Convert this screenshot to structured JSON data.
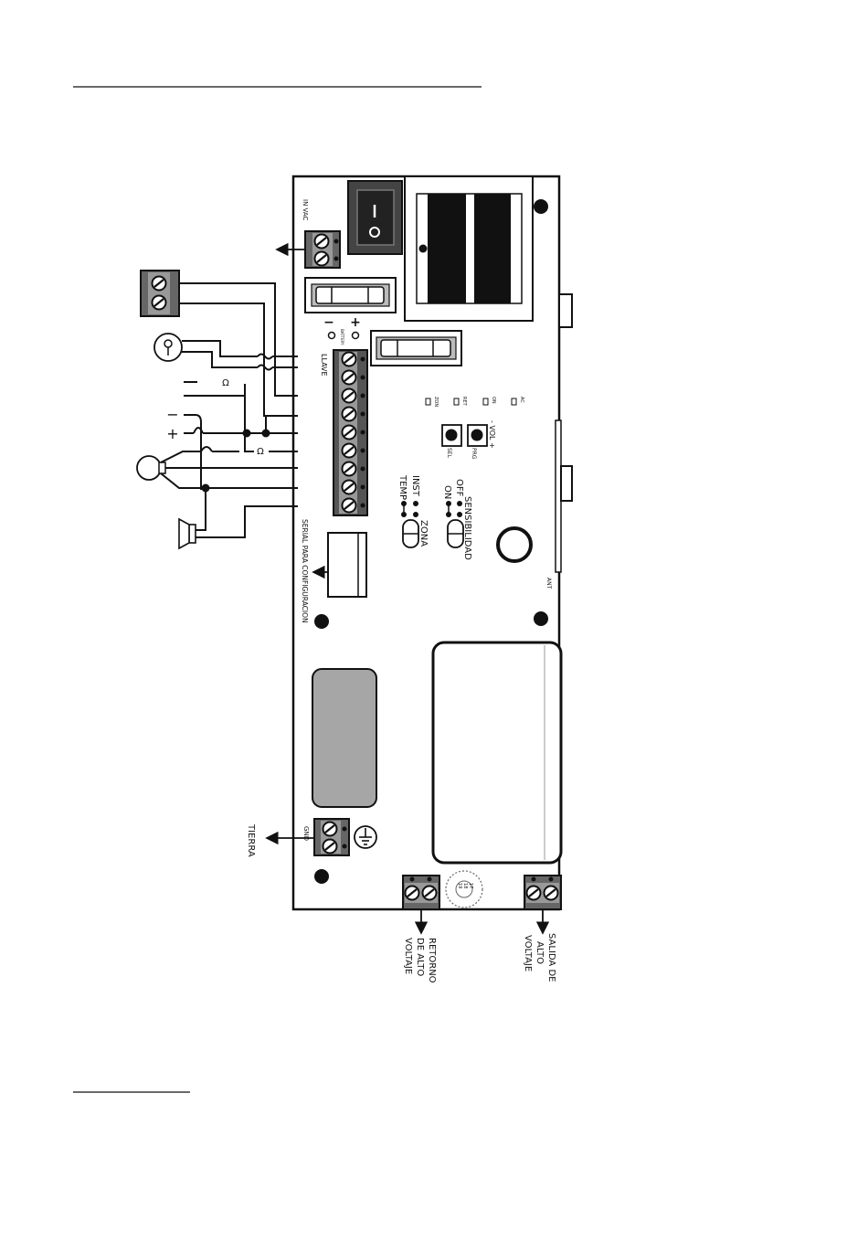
{
  "board": {
    "label_power_in": "IN VAC",
    "label_battery": "BATTERY",
    "label_minus": "−",
    "label_plus": "+",
    "label_key": "LLAVE",
    "label_serial": "SERIAL PARA CONFIGURACION",
    "label_gnd": "GND",
    "label_ant": "ANT",
    "leds": [
      "AC",
      "ON",
      "RET",
      "ZON"
    ],
    "vol_label": "- VOL +",
    "button_sel": "SEL",
    "button_prg": "PRG",
    "zona": {
      "title": "ZONA",
      "inst": "INST",
      "temp": "TEMP"
    },
    "sensibilidad": {
      "title": "SENSIBILIDAD",
      "off": "OFF",
      "on": "ON"
    },
    "dial_numbers": [
      "17",
      "18",
      "19"
    ]
  },
  "external": {
    "omega": "Ω",
    "minus": "−",
    "plus": "+",
    "tierra": "TIERRA",
    "retorno": [
      "RETORNO",
      "DE ALTO",
      "VOLTAJE"
    ],
    "salida": [
      "SALIDA DE",
      "ALTO",
      "VOLTAJE"
    ]
  },
  "icons": [
    "rocker-switch-icon",
    "fuse-icon",
    "screw-terminal-icon",
    "key-switch-icon",
    "light-bulb-icon",
    "siren-icon",
    "ground-symbol-icon",
    "arrow-icon"
  ]
}
